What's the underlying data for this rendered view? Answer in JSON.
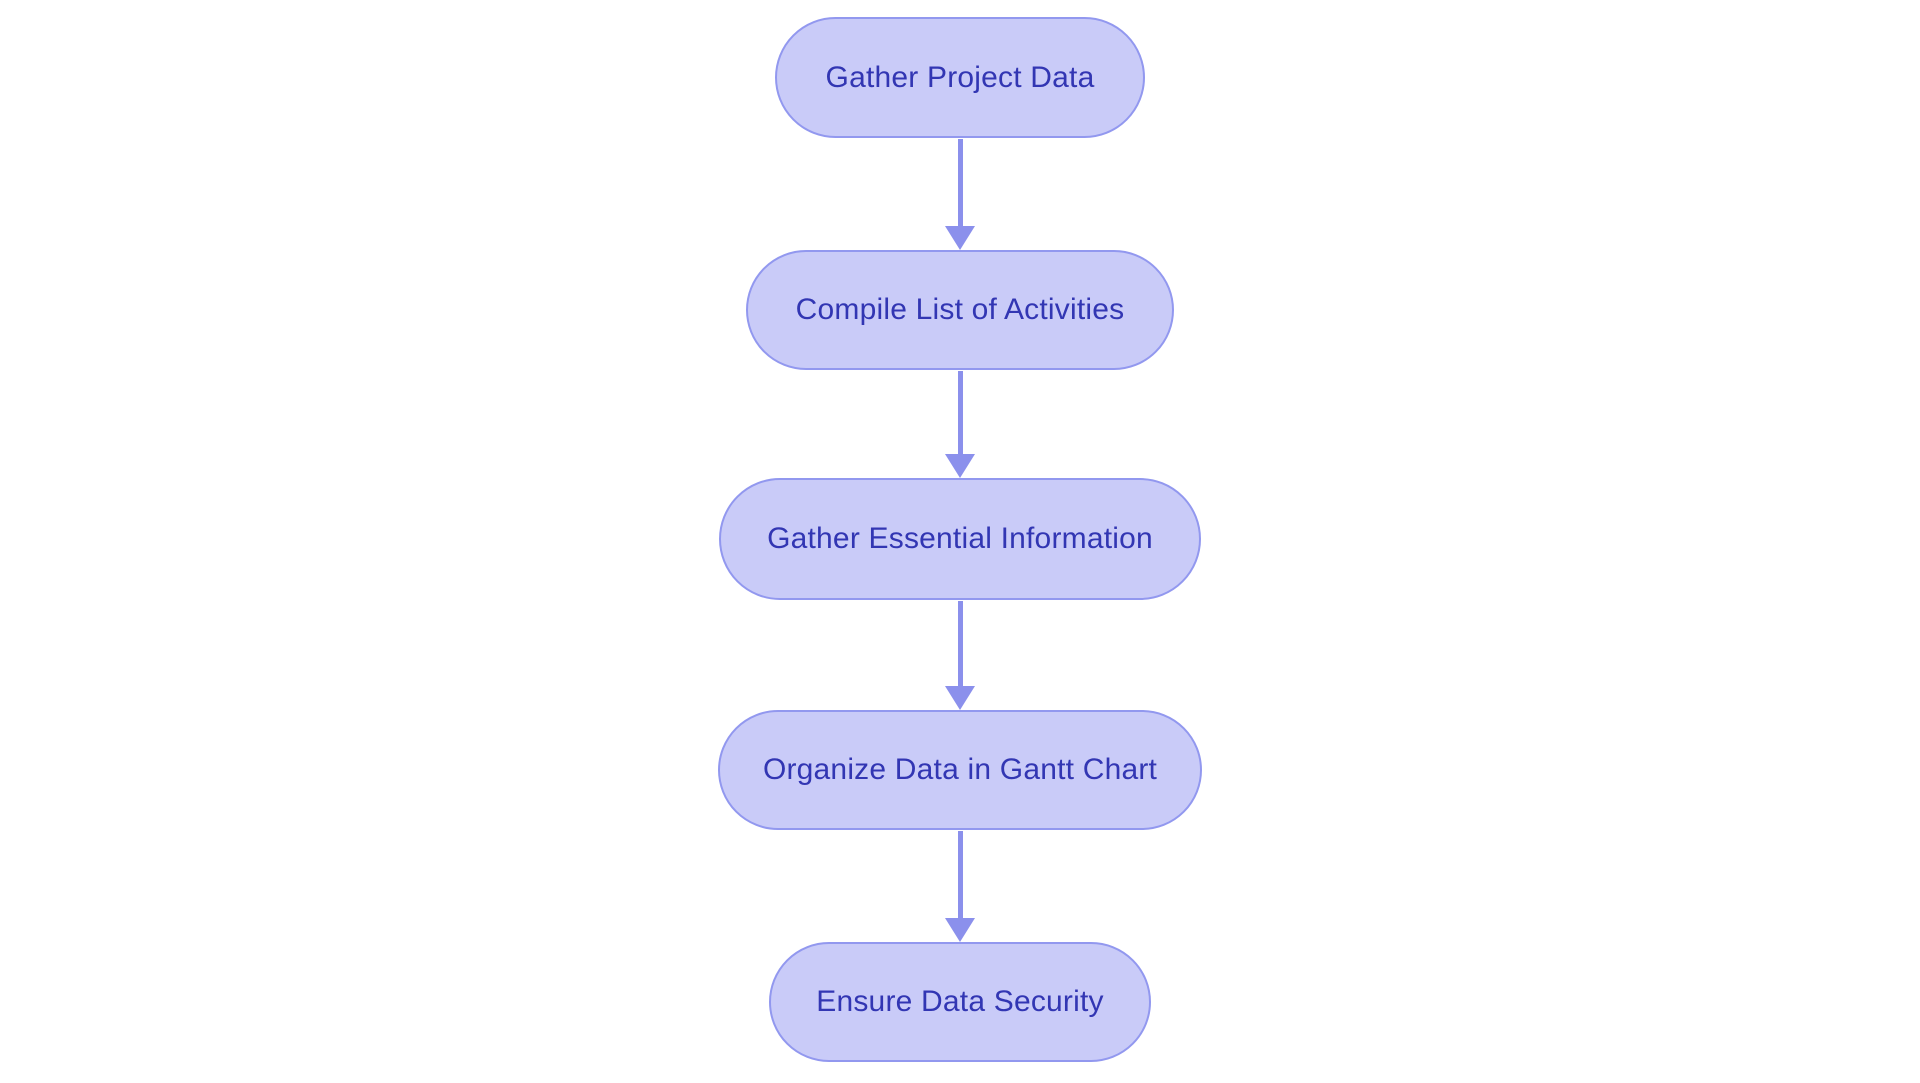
{
  "diagram": {
    "type": "flowchart",
    "direction": "top-down",
    "background_color": "#ffffff",
    "node_style": {
      "fill_color": "#c9cbf8",
      "border_color": "#9298ef",
      "text_color": "#3236b3",
      "shape": "stadium"
    },
    "arrow_color": "#8b90ec",
    "nodes": [
      {
        "id": "n1",
        "label": "Gather Project Data"
      },
      {
        "id": "n2",
        "label": "Compile List of Activities"
      },
      {
        "id": "n3",
        "label": "Gather Essential Information"
      },
      {
        "id": "n4",
        "label": "Organize Data in Gantt Chart"
      },
      {
        "id": "n5",
        "label": "Ensure Data Security"
      }
    ],
    "edges": [
      {
        "from": "n1",
        "to": "n2"
      },
      {
        "from": "n2",
        "to": "n3"
      },
      {
        "from": "n3",
        "to": "n4"
      },
      {
        "from": "n4",
        "to": "n5"
      }
    ]
  }
}
